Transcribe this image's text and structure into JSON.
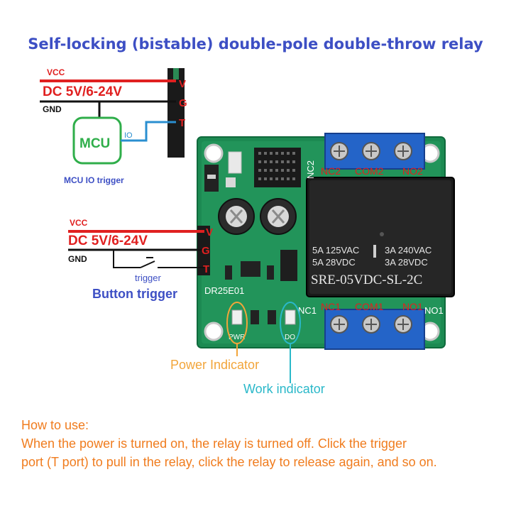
{
  "title": "Self-locking (bistable) double-pole double-throw relay",
  "mcu_diagram": {
    "vcc": "VCC",
    "supply": "DC 5V/6-24V",
    "gnd": "GND",
    "mcu": "MCU",
    "io": "IO",
    "caption": "MCU IO trigger",
    "pins": [
      "V",
      "G",
      "T"
    ]
  },
  "button_diagram": {
    "vcc": "VCC",
    "supply": "DC 5V/6-24V",
    "gnd": "GND",
    "trigger": "trigger",
    "caption": "Button trigger",
    "pins": [
      "V",
      "G",
      "T"
    ]
  },
  "board": {
    "model": "DR25E01",
    "silk_pins": [
      "V",
      "G",
      "T"
    ],
    "top_terminals": [
      "NC2",
      "COM2",
      "NO2"
    ],
    "bottom_terminals": [
      "NC1",
      "COM1",
      "NO1"
    ],
    "silk_nc2": "NC2",
    "silk_nc1": "NC1",
    "silk_no1": "NO1",
    "silk_pwr": "PWR",
    "silk_do": "DO",
    "relay_spec_left": [
      "5A 125VAC",
      "5A 28VDC"
    ],
    "relay_spec_right": [
      "3A 240VAC",
      "3A 28VDC"
    ],
    "relay_model": "SRE-05VDC-SL-2C"
  },
  "indicators": {
    "power": "Power Indicator",
    "work": "Work indicator"
  },
  "howto": {
    "heading": "How to use:",
    "line1": "When the power is turned on, the relay is turned off. Click the trigger",
    "line2": "port (T port) to pull in the relay, click the relay to release again, and so on."
  },
  "colors": {
    "title": "#3d4fc4",
    "wire_red": "#e02020",
    "wire_blue": "#2a8fd0",
    "mcu_green": "#2fae4a",
    "pcb": "#1c8a52",
    "terminal_blue": "#2464c8",
    "relay": "#1a1a1a",
    "power_ring": "#f2a53a",
    "work_ring": "#2ab8c9",
    "howto": "#f07c1e"
  }
}
